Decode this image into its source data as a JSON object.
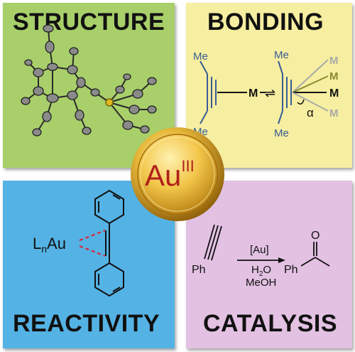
{
  "panels": {
    "structure": {
      "title": "STRUCTURE",
      "color": "#a8cf6a"
    },
    "bonding": {
      "title": "BONDING",
      "color": "#f6eea0",
      "labels": {
        "me_top_left": "Me",
        "me_bottom_left": "Me",
        "metal_left": "M",
        "me_top_right": "Me",
        "me_bottom_right": "Me",
        "metal_right": "M",
        "angle": "α",
        "equilibrium": "⇌"
      }
    },
    "reactivity": {
      "title": "REACTIVITY",
      "color": "#55b2e4",
      "labels": {
        "ligand": "L",
        "ligand_sub": "n",
        "metal": "Au"
      }
    },
    "catalysis": {
      "title": "CATALYSIS",
      "color": "#e2c1e2",
      "labels": {
        "reactant": "Ph",
        "catalyst": "[Au]",
        "reagent1": "H",
        "reagent1_sub": "2",
        "reagent1_end": "O",
        "reagent2": "MeOH",
        "product": "Ph",
        "oxygen": "O"
      }
    }
  },
  "coin": {
    "element": "Au",
    "oxidation": "III",
    "text_color": "#b0201a"
  }
}
